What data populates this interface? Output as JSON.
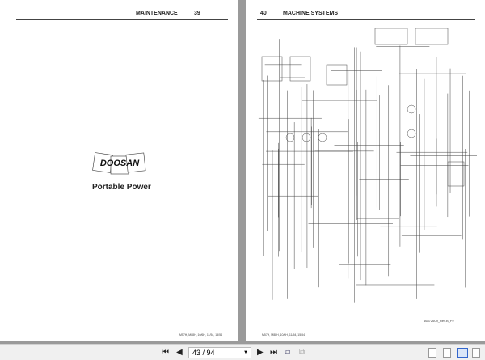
{
  "left_page": {
    "section": "MAINTENANCE",
    "page_number": "39",
    "logo_text": "DOOSAN",
    "subtitle": "Portable Power",
    "footer": "M57H, M88H, 10/6H, 11/54, 15/54"
  },
  "right_page": {
    "page_number": "40",
    "section": "MACHINE SYSTEMS",
    "drawing_number": "46872609_Rev.B_P2",
    "footer": "M57H, M88H, 10/6H, 11/54, 15/54"
  },
  "toolbar": {
    "page_indicator": "43 / 94",
    "icons": [
      "first-page-icon",
      "previous-page-icon",
      "next-page-icon",
      "last-page-icon",
      "fit-page-icon",
      "fit-width-icon",
      "single-page-icon",
      "continuous-icon",
      "two-page-icon",
      "two-page-continuous-icon"
    ]
  }
}
